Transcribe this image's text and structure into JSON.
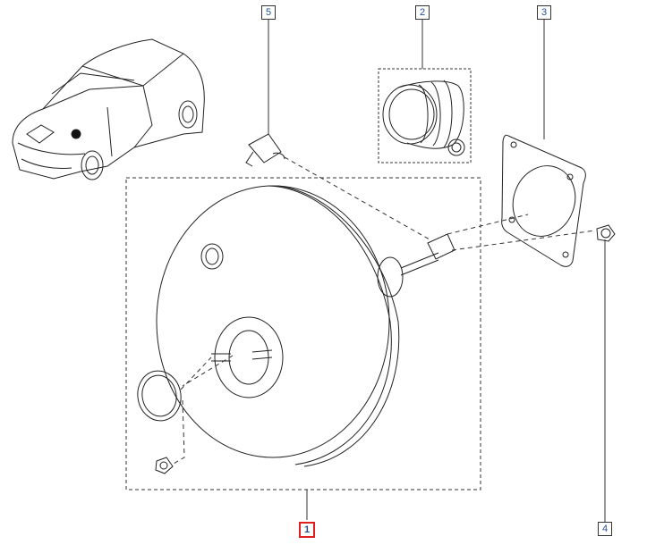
{
  "diagram": {
    "callouts": [
      {
        "label": "1",
        "selected": true
      },
      {
        "label": "2",
        "selected": false
      },
      {
        "label": "3",
        "selected": false
      },
      {
        "label": "4",
        "selected": false
      },
      {
        "label": "5",
        "selected": false
      }
    ],
    "colors": {
      "line": "#222222",
      "callout_text": "#1d4fa0",
      "selected_border": "#e02020",
      "background": "#ffffff"
    }
  }
}
